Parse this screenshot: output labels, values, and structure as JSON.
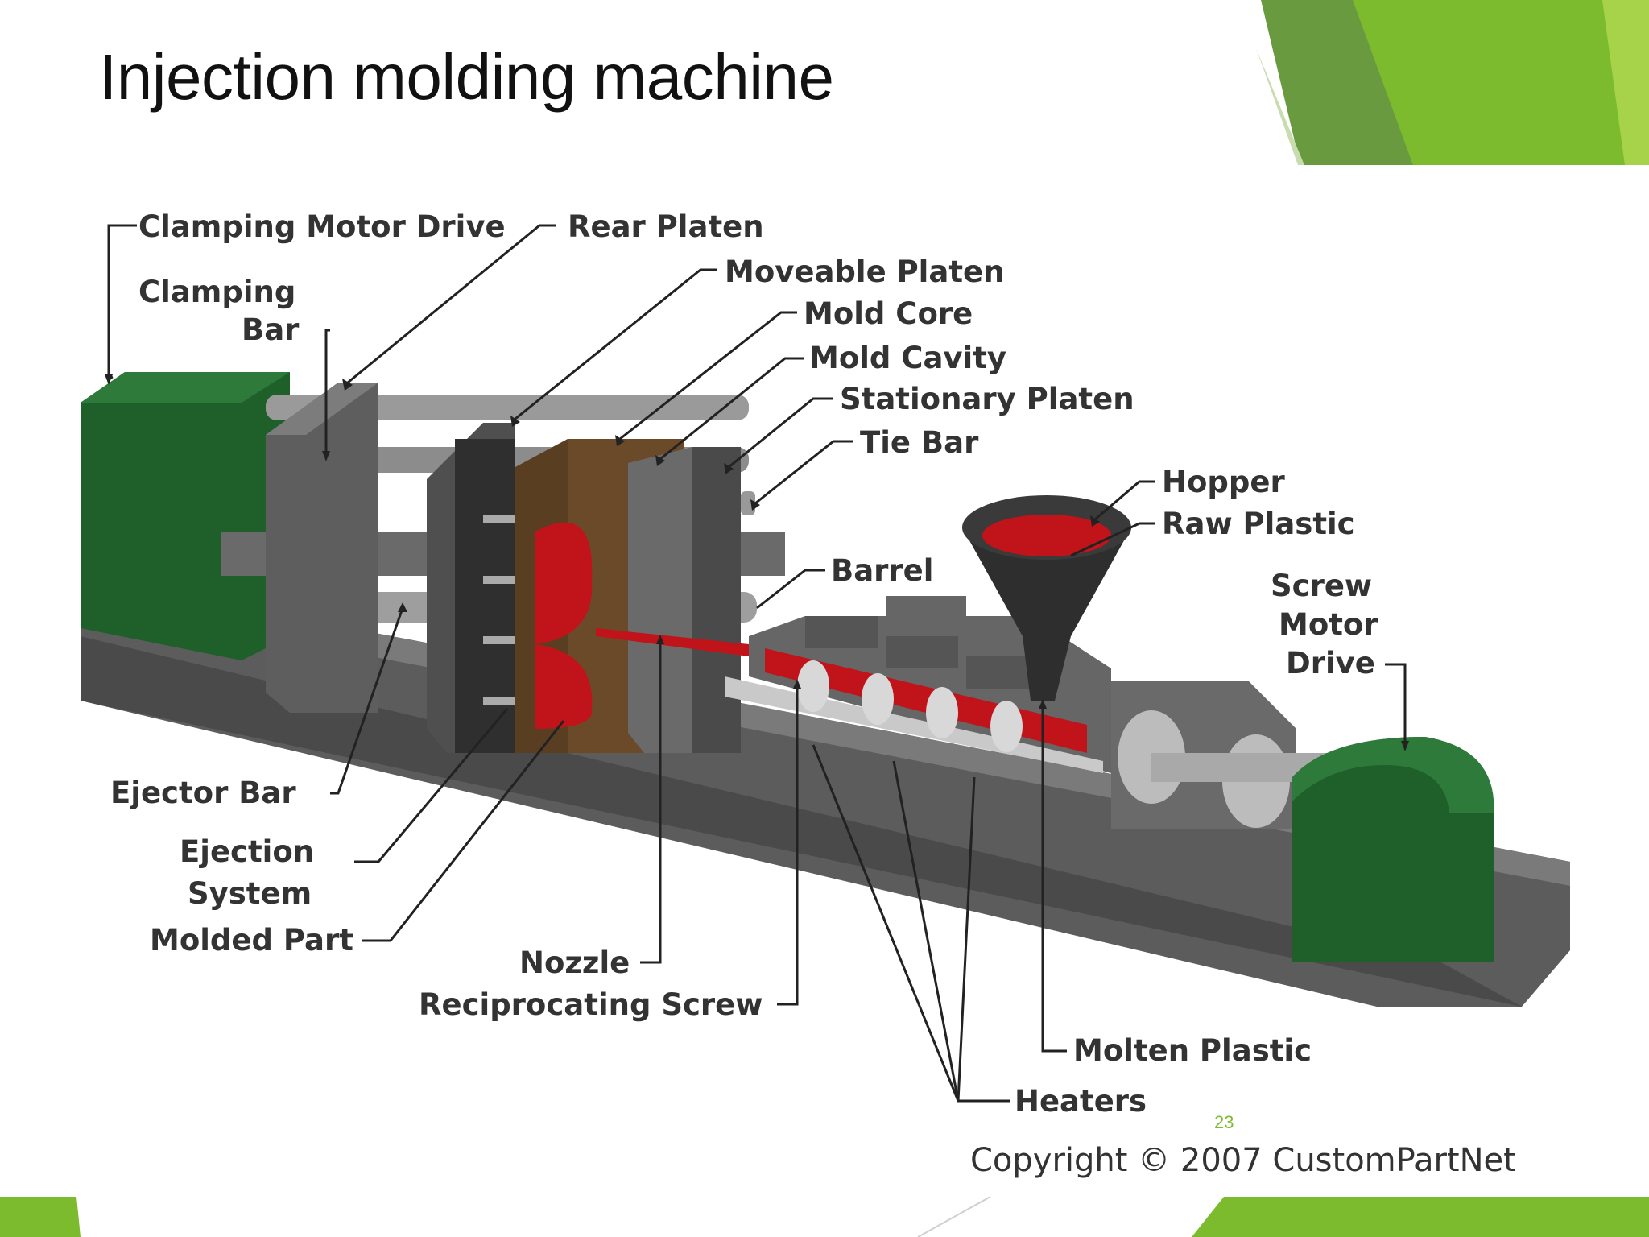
{
  "slide": {
    "title": "Injection molding machine",
    "page_number": "23",
    "accent_colors": [
      "#7dbb2e",
      "#6a9a40",
      "#a6d34a"
    ]
  },
  "diagram": {
    "labels": {
      "clamping_motor_drive": "Clamping Motor Drive",
      "rear_platen": "Rear Platen",
      "clamping_bar_line1": "Clamping",
      "clamping_bar_line2": "Bar",
      "moveable_platen": "Moveable Platen",
      "mold_core": "Mold Core",
      "mold_cavity": "Mold Cavity",
      "stationary_platen": "Stationary Platen",
      "tie_bar": "Tie Bar",
      "hopper": "Hopper",
      "raw_plastic": "Raw Plastic",
      "barrel": "Barrel",
      "screw_motor_drive_line1": "Screw",
      "screw_motor_drive_line2": "Motor",
      "screw_motor_drive_line3": "Drive",
      "ejector_bar": "Ejector Bar",
      "ejection_system_line1": "Ejection",
      "ejection_system_line2": "System",
      "molded_part": "Molded Part",
      "nozzle": "Nozzle",
      "reciprocating_screw": "Reciprocating Screw",
      "molten_plastic": "Molten Plastic",
      "heaters": "Heaters"
    },
    "copyright": "Copyright © 2007 CustomPartNet",
    "colors": {
      "motor_green": "#1f5f2a",
      "machine_gray": "#6b6b6b",
      "mold_brown": "#5a3e22",
      "plastic_red": "#c0141a"
    }
  }
}
